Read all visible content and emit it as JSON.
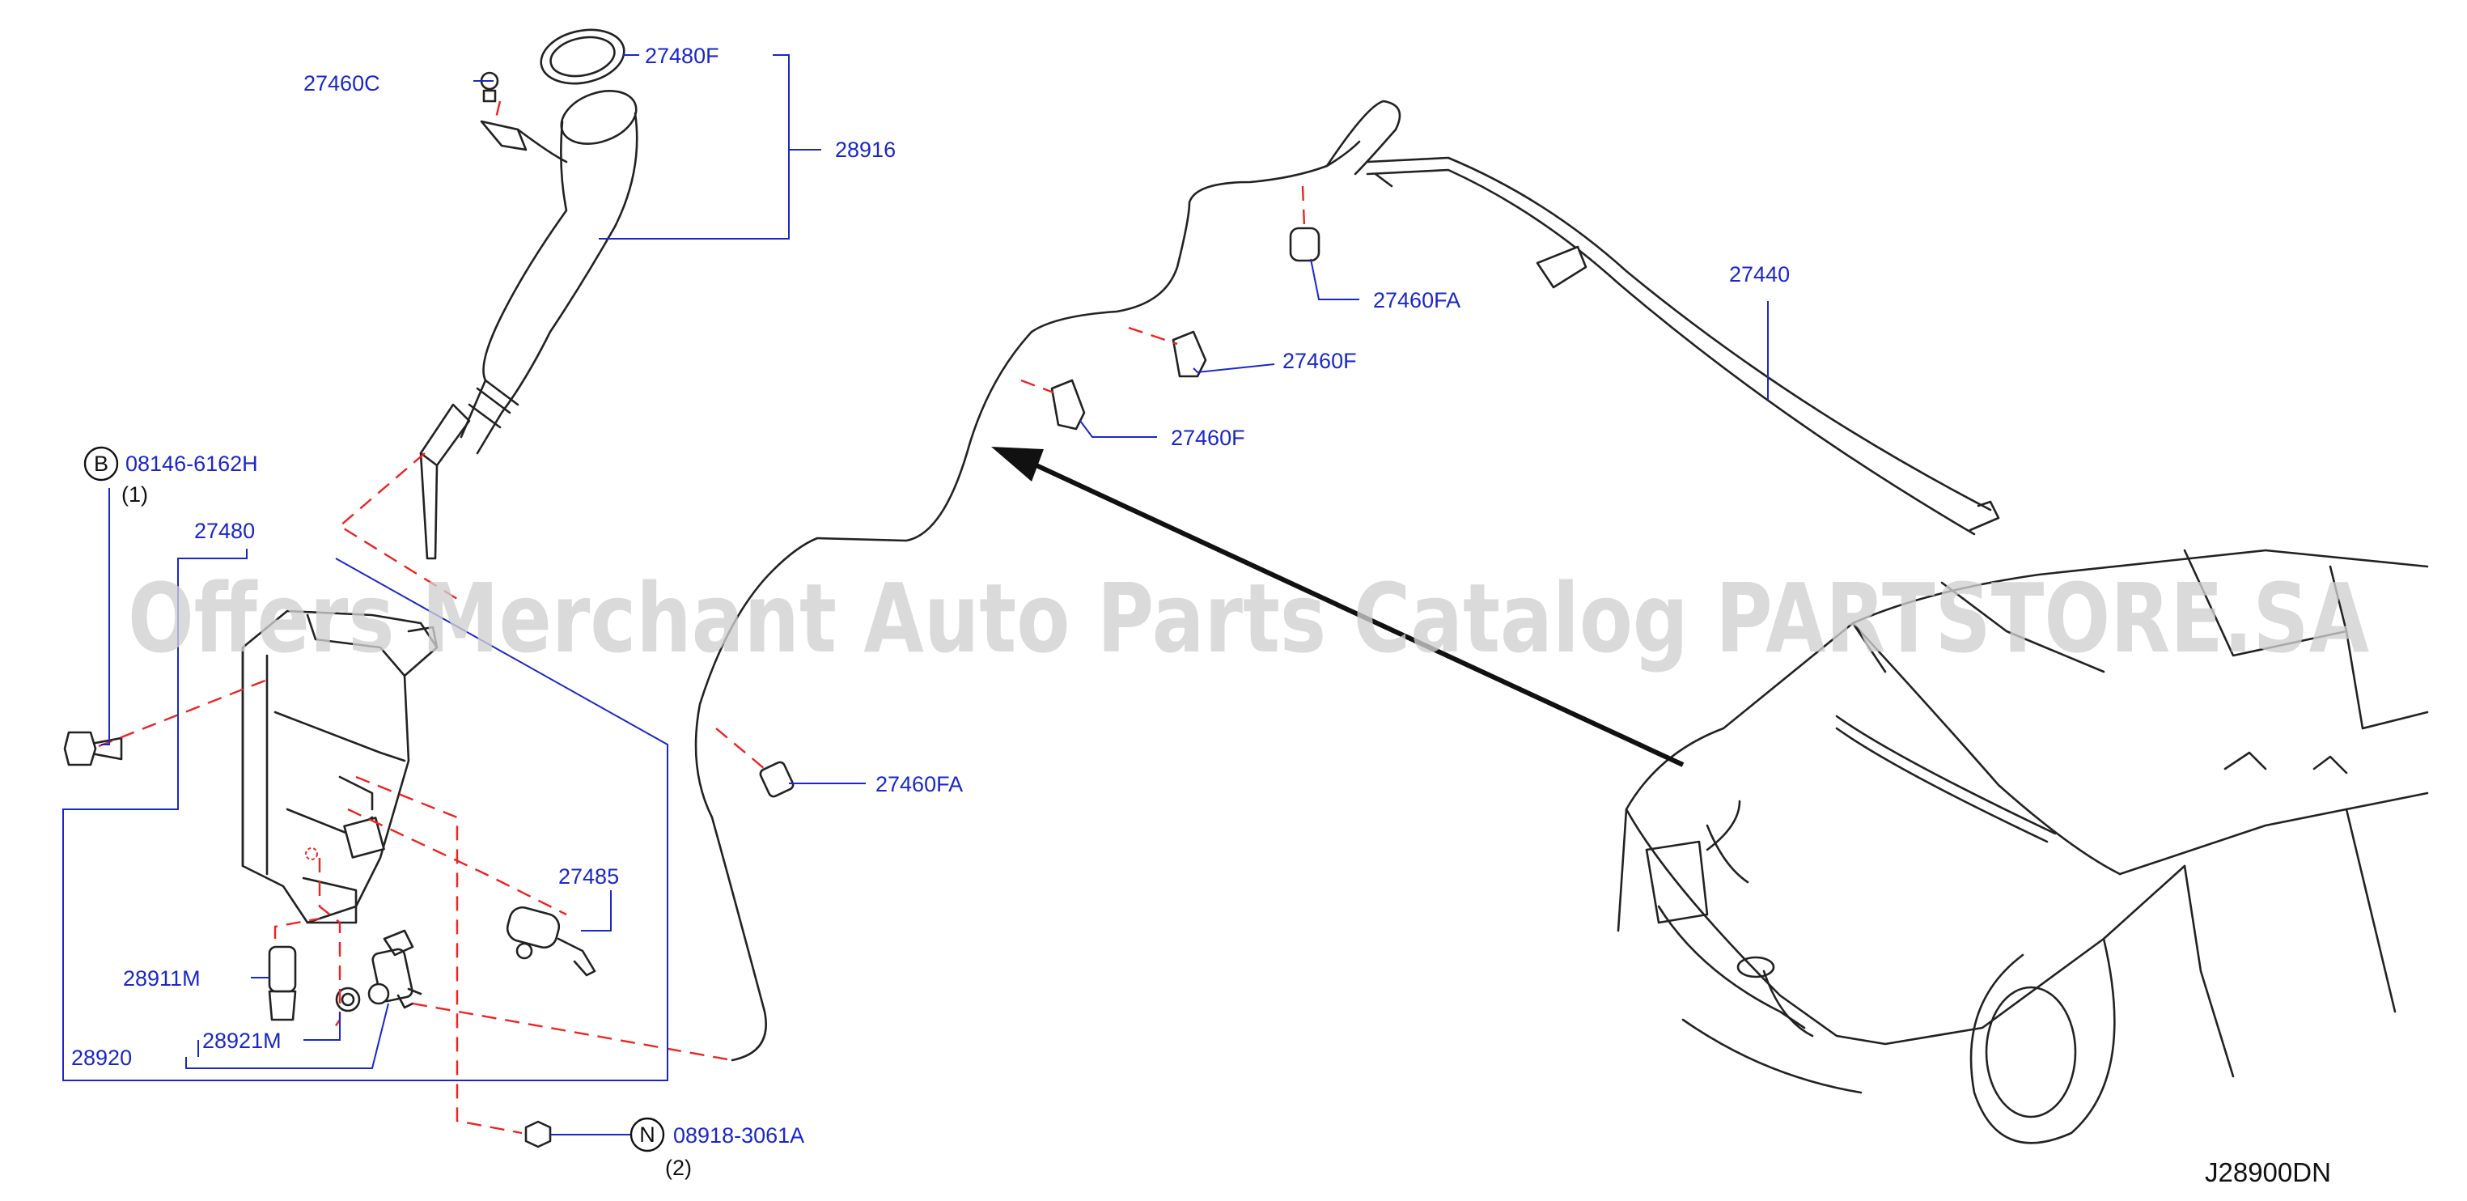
{
  "labels": {
    "p27460C": "27460C",
    "p27480F": "27480F",
    "p28916": "28916",
    "p27440": "27440",
    "p27460FA_top": "27460FA",
    "p27460F_a": "27460F",
    "p27460F_b": "27460F",
    "p27460FA_bottom": "27460FA",
    "p08146": "08146-6162H",
    "q1": "(1)",
    "p27480": "27480",
    "p27485": "27485",
    "p28911M": "28911M",
    "p28921M": "28921M",
    "p28920": "28920",
    "p08918": "08918-3061A",
    "q2": "(2)",
    "ref": "J28900DN"
  },
  "callouts": {
    "b_marker": "B",
    "n_marker": "N"
  },
  "watermark": "Offers Merchant Auto Parts Catalog PARTSTORE.SA",
  "colors": {
    "label": "#1a27c8",
    "dashed": "#e22222",
    "outline": "#222222",
    "watermark": "#cfcfcf"
  }
}
